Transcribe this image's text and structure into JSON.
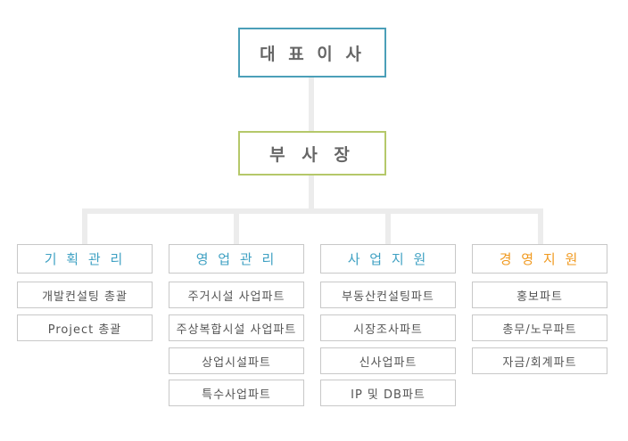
{
  "org_chart": {
    "ceo": {
      "label": "대 표 이 사"
    },
    "vice_president": {
      "label": "부 사 장"
    },
    "departments": [
      {
        "label": "기 획 관 리",
        "color": "#3fa1c3",
        "items": [
          "개발컨설팅 총괄",
          "Project 총괄"
        ]
      },
      {
        "label": "영 업 관 리",
        "color": "#3fa1c3",
        "items": [
          "주거시설 사업파트",
          "주상복합시설 사업파트",
          "상업시설파트",
          "특수사업파트"
        ]
      },
      {
        "label": "사 업 지 원",
        "color": "#3fa1c3",
        "items": [
          "부동산컨설팅파트",
          "시장조사파트",
          "신사업파트",
          "IP 및 DB파트"
        ]
      },
      {
        "label": "경 영 지 원",
        "color": "#f0991e",
        "items": [
          "홍보파트",
          "총무/노무파트",
          "자금/회계파트"
        ]
      }
    ],
    "colors": {
      "ceo_border": "#4b9fb8",
      "vp_border": "#b5c86a",
      "connector": "#ececec",
      "box_border": "#c8c8c8"
    }
  }
}
